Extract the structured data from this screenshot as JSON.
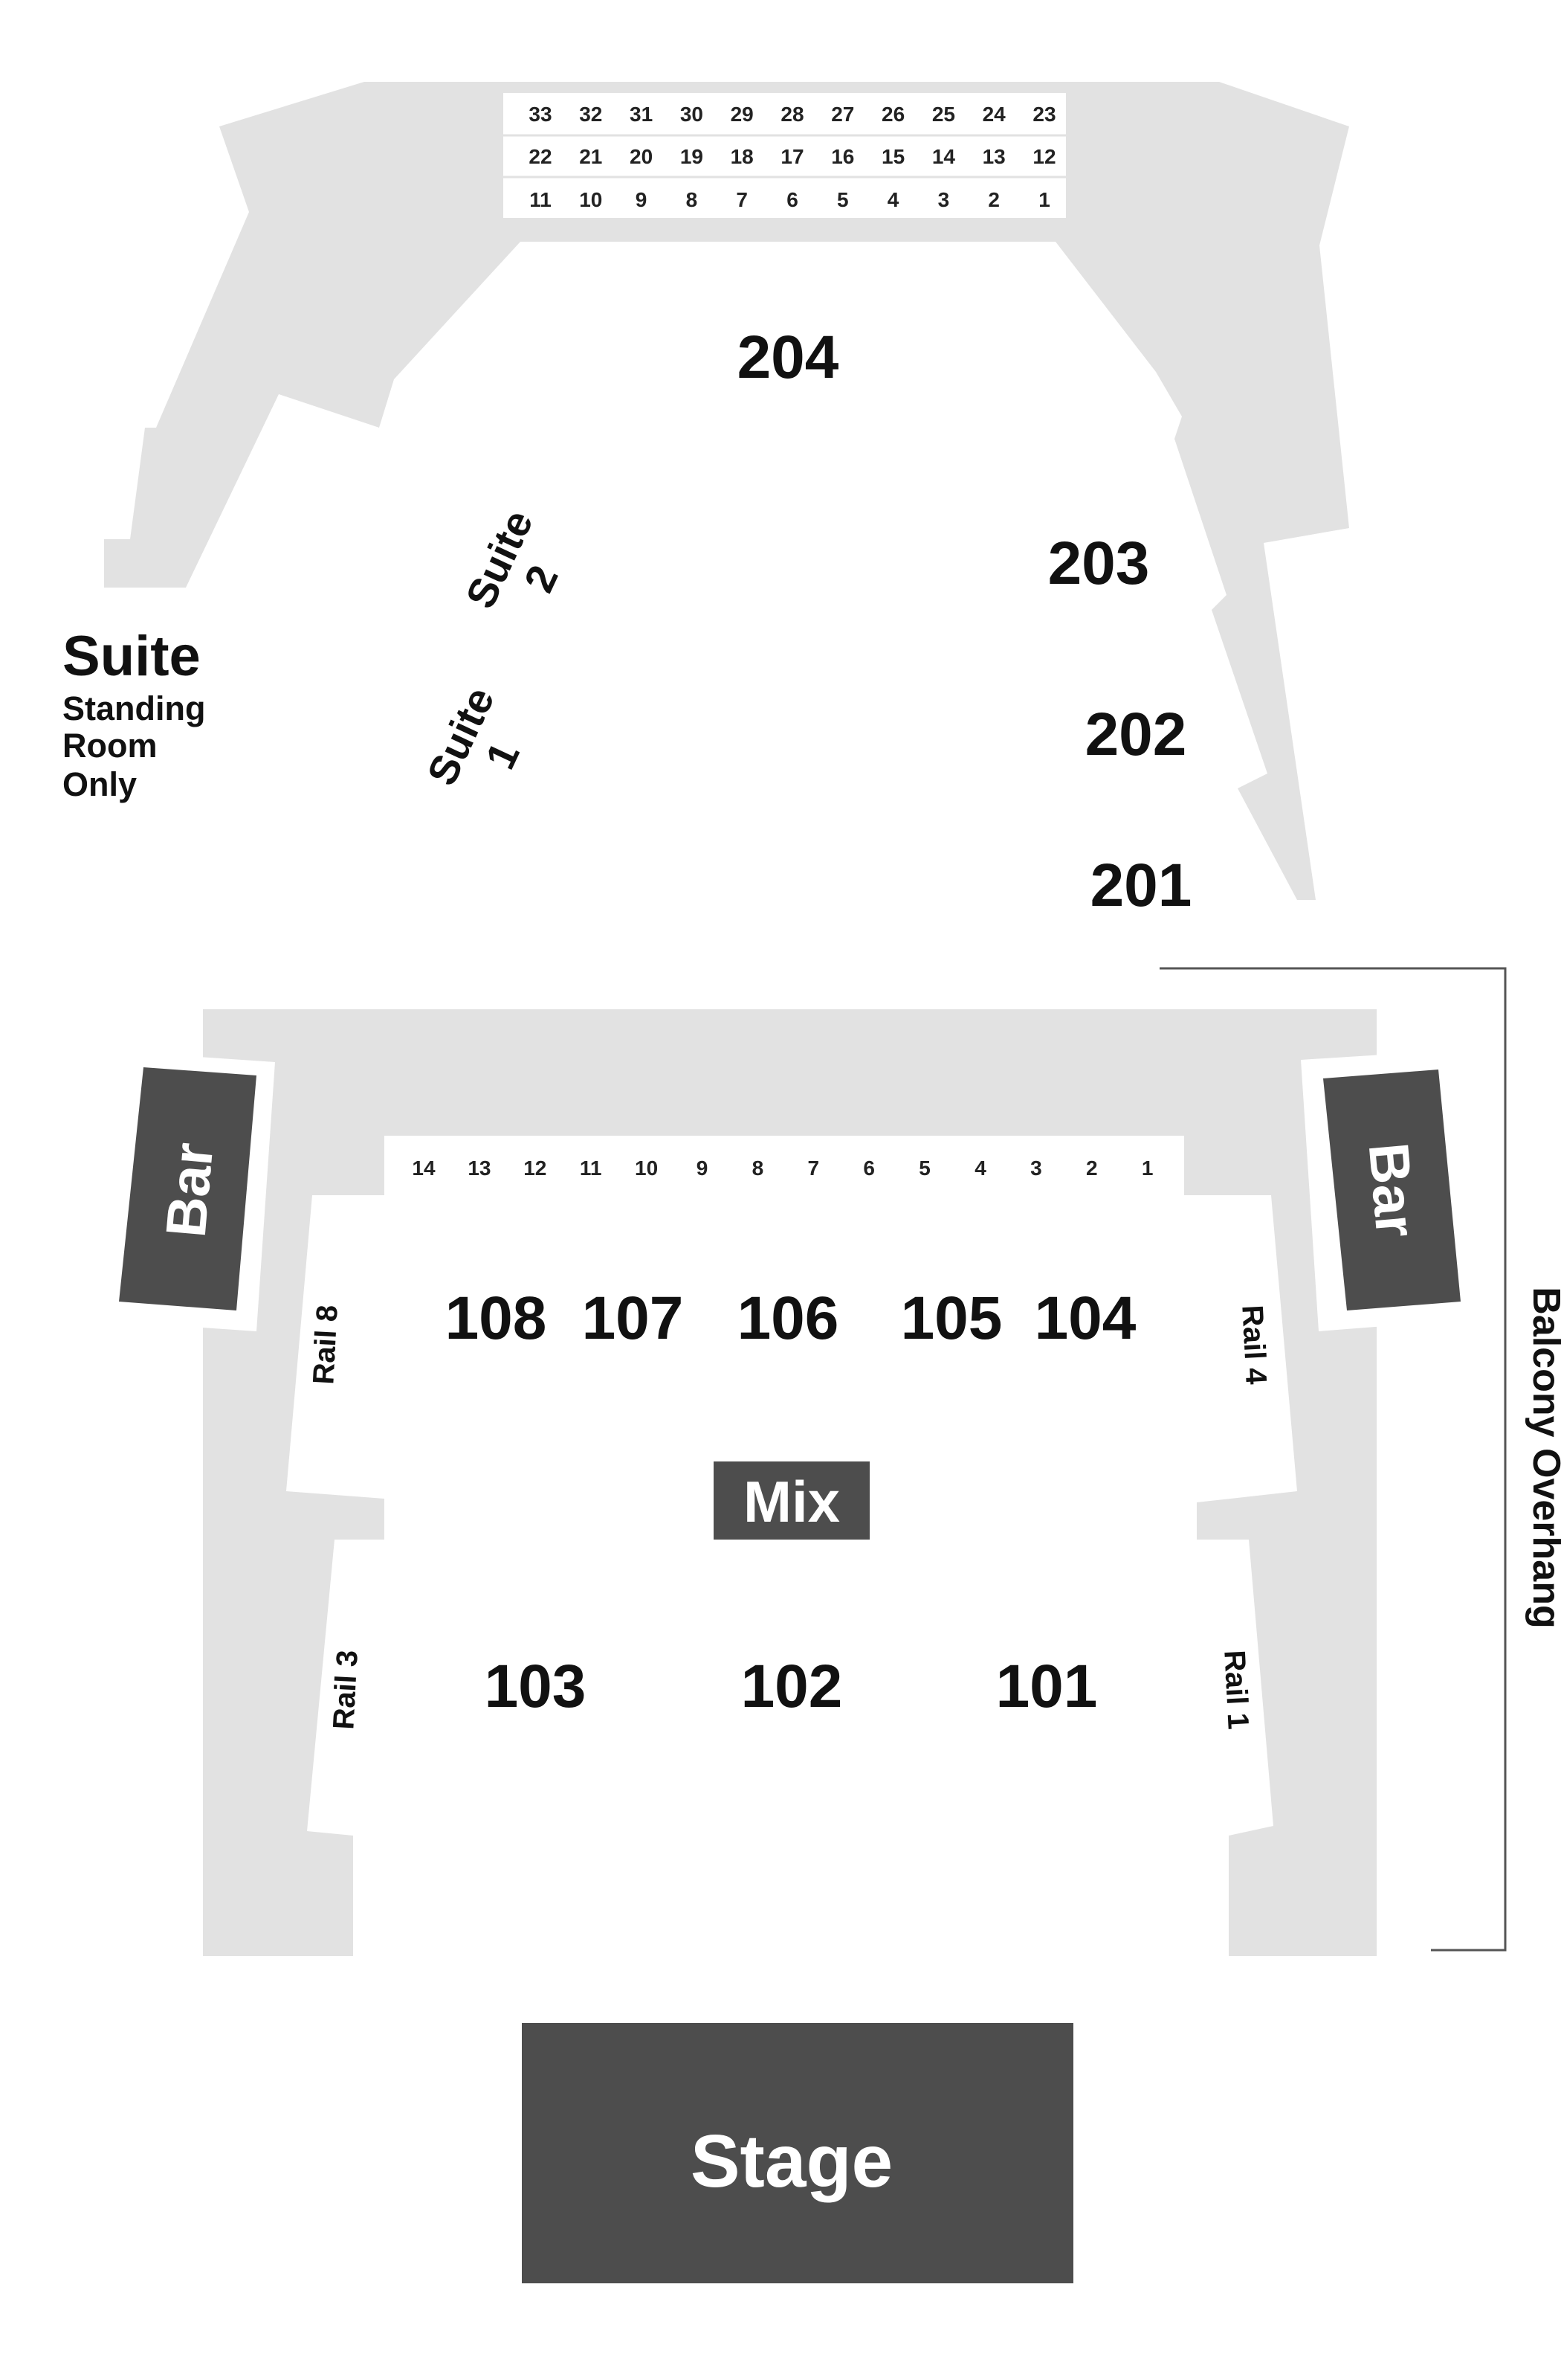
{
  "colors": {
    "floor": "#e2e2e2",
    "dark": "#4d4d4d",
    "text": "#111111",
    "white": "#ffffff"
  },
  "balcony": {
    "box_rows": [
      [
        "33",
        "32",
        "31",
        "30",
        "29",
        "28",
        "27",
        "26",
        "25",
        "24",
        "23"
      ],
      [
        "22",
        "21",
        "20",
        "19",
        "18",
        "17",
        "16",
        "15",
        "14",
        "13",
        "12"
      ],
      [
        "11",
        "10",
        "9",
        "8",
        "7",
        "6",
        "5",
        "4",
        "3",
        "2",
        "1"
      ]
    ],
    "sections": {
      "s204": "204",
      "s203": "203",
      "s202": "202",
      "s201": "201"
    },
    "suite2": {
      "word": "Suite",
      "num": "2"
    },
    "suite1": {
      "word": "Suite",
      "num": "1"
    },
    "sro": {
      "title": "Suite",
      "line1": "Standing",
      "line2": "Room",
      "line3": "Only"
    }
  },
  "floor": {
    "boxes": [
      "14",
      "13",
      "12",
      "11",
      "10",
      "9",
      "8",
      "7",
      "6",
      "5",
      "4",
      "3",
      "2",
      "1"
    ],
    "front_sections": {
      "s108": "108",
      "s107": "107",
      "s106": "106",
      "s105": "105",
      "s104": "104"
    },
    "rear_sections": {
      "s103": "103",
      "s102": "102",
      "s101": "101"
    },
    "mix": "Mix",
    "rails": {
      "rail8": "Rail 8",
      "rail4": "Rail 4",
      "rail3": "Rail 3",
      "rail1": "Rail 1"
    },
    "bar_left": "Bar",
    "bar_right": "Bar"
  },
  "balcony_overhang": "Balcony Overhang",
  "stage": "Stage"
}
